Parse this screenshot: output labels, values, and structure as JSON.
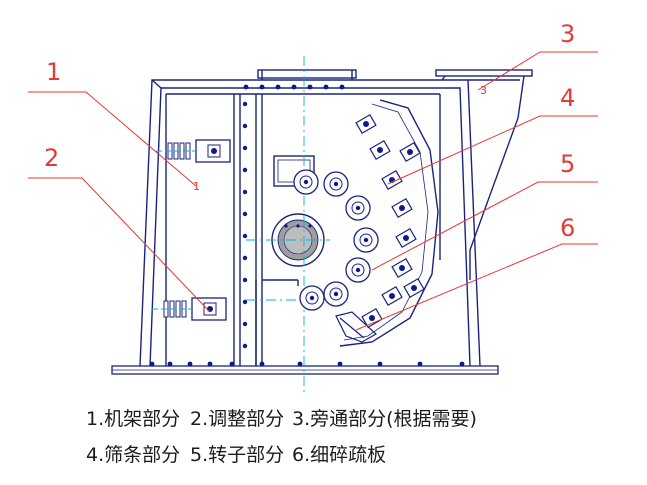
{
  "callouts": [
    "1",
    "2",
    "3",
    "4",
    "5",
    "6"
  ],
  "legend": {
    "row1": [
      "1.机架部分",
      "2.调整部分",
      "3.旁通部分(根据需要)"
    ],
    "row2": [
      "4.筛条部分",
      "5.转子部分",
      "6.细碎疏板"
    ]
  },
  "colors": {
    "line": "#1a237e",
    "bolt": "#0d1a8c",
    "leader": "#e53935",
    "axis": "#00b8d9",
    "label": "#111111"
  }
}
